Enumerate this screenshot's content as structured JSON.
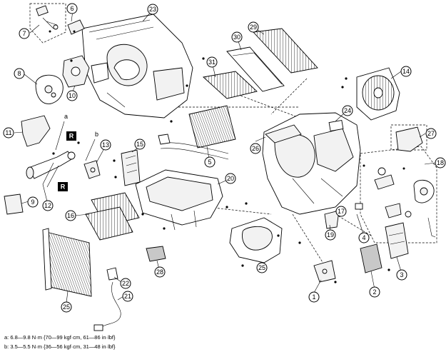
{
  "callouts": [
    "1",
    "2",
    "3",
    "4",
    "5",
    "6",
    "7",
    "8",
    "9",
    "10",
    "11",
    "12",
    "13",
    "14",
    "15",
    "16",
    "17",
    "18",
    "19",
    "20",
    "21",
    "22",
    "23",
    "24",
    "25",
    "26",
    "27",
    "28",
    "29",
    "30",
    "31"
  ],
  "markers": {
    "a": "a",
    "b": "b",
    "r": "R"
  },
  "torque_notes": {
    "a": "a: 6.8—9.8 N·m {70—99 kgf·cm, 61—86 in·lbf}",
    "b": "b: 3.5—5.5 N·m {36—56 kgf·cm, 31—48 in·lbf}"
  }
}
